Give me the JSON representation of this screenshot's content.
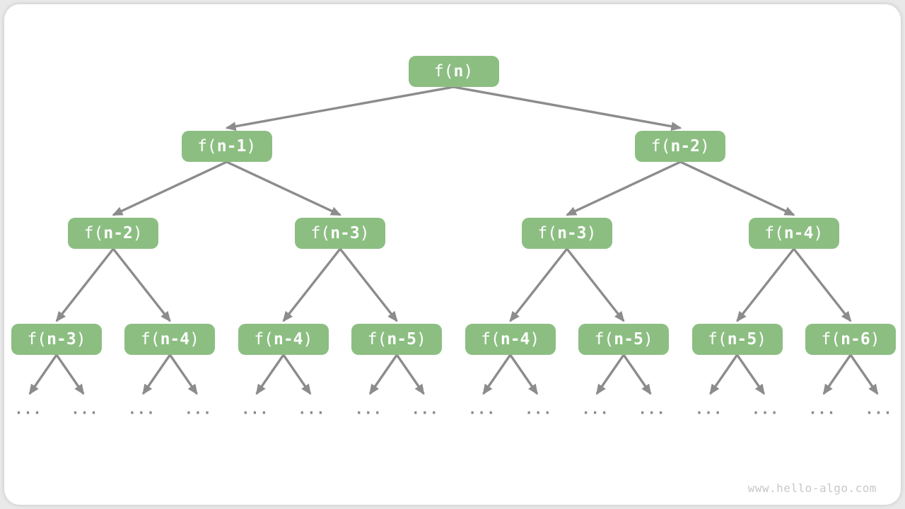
{
  "watermark": "www.hello-algo.com",
  "colors": {
    "node_fill": "#8cbe82",
    "node_text": "#ffffff",
    "arrow": "#8c8c8c",
    "ellipsis": "#8a8a8a",
    "watermark_text": "#c8c8c8",
    "card_bg": "#ffffff",
    "page_bg": "#e9e9e9"
  },
  "diagram": {
    "type": "recursion-tree",
    "description": "Fibonacci-style recursion call tree",
    "levels": [
      [
        "f(n)"
      ],
      [
        "f(n-1)",
        "f(n-2)"
      ],
      [
        "f(n-2)",
        "f(n-3)",
        "f(n-3)",
        "f(n-4)"
      ],
      [
        "f(n-3)",
        "f(n-4)",
        "f(n-4)",
        "f(n-5)",
        "f(n-4)",
        "f(n-5)",
        "f(n-5)",
        "f(n-6)"
      ]
    ],
    "leaf_symbol": "...",
    "leaves_per_bottom_node": 2
  }
}
